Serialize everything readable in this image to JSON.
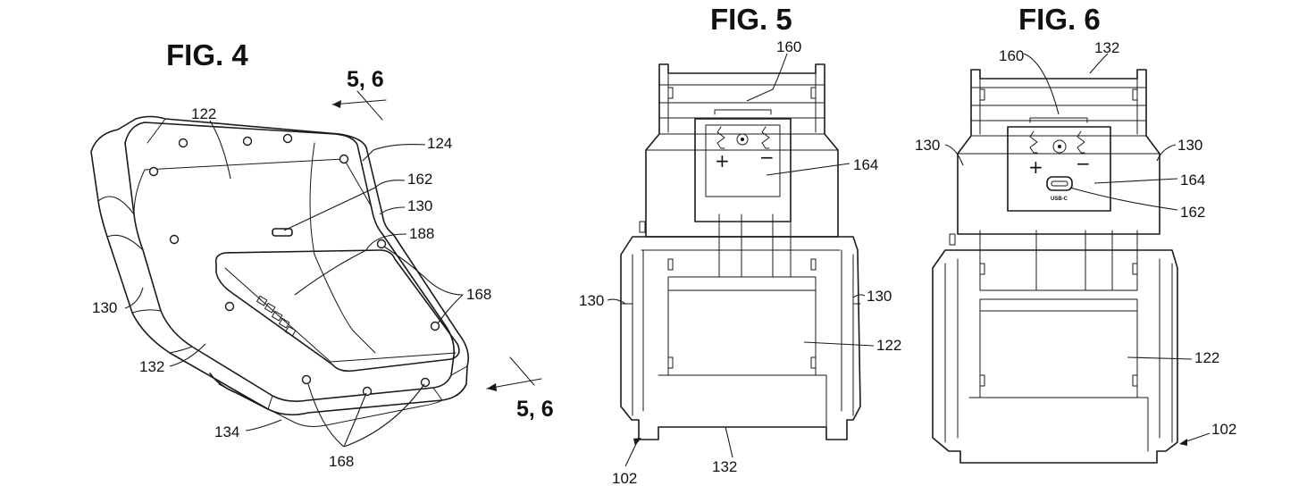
{
  "figures": {
    "fig4": {
      "title": "FIG. 4",
      "section_top": "5, 6",
      "section_bottom": "5, 6",
      "refs": [
        "122",
        "124",
        "162",
        "130",
        "188",
        "168",
        "130",
        "132",
        "134",
        "168"
      ]
    },
    "fig5": {
      "title": "FIG. 5",
      "refs": [
        "160",
        "164",
        "130",
        "130",
        "122",
        "132",
        "102"
      ],
      "plus": "+",
      "minus": "−"
    },
    "fig6": {
      "title": "FIG. 6",
      "refs": [
        "160",
        "132",
        "130",
        "130",
        "164",
        "162",
        "122",
        "102"
      ],
      "plus": "+",
      "minus": "−",
      "port_label": "USB-C"
    }
  }
}
